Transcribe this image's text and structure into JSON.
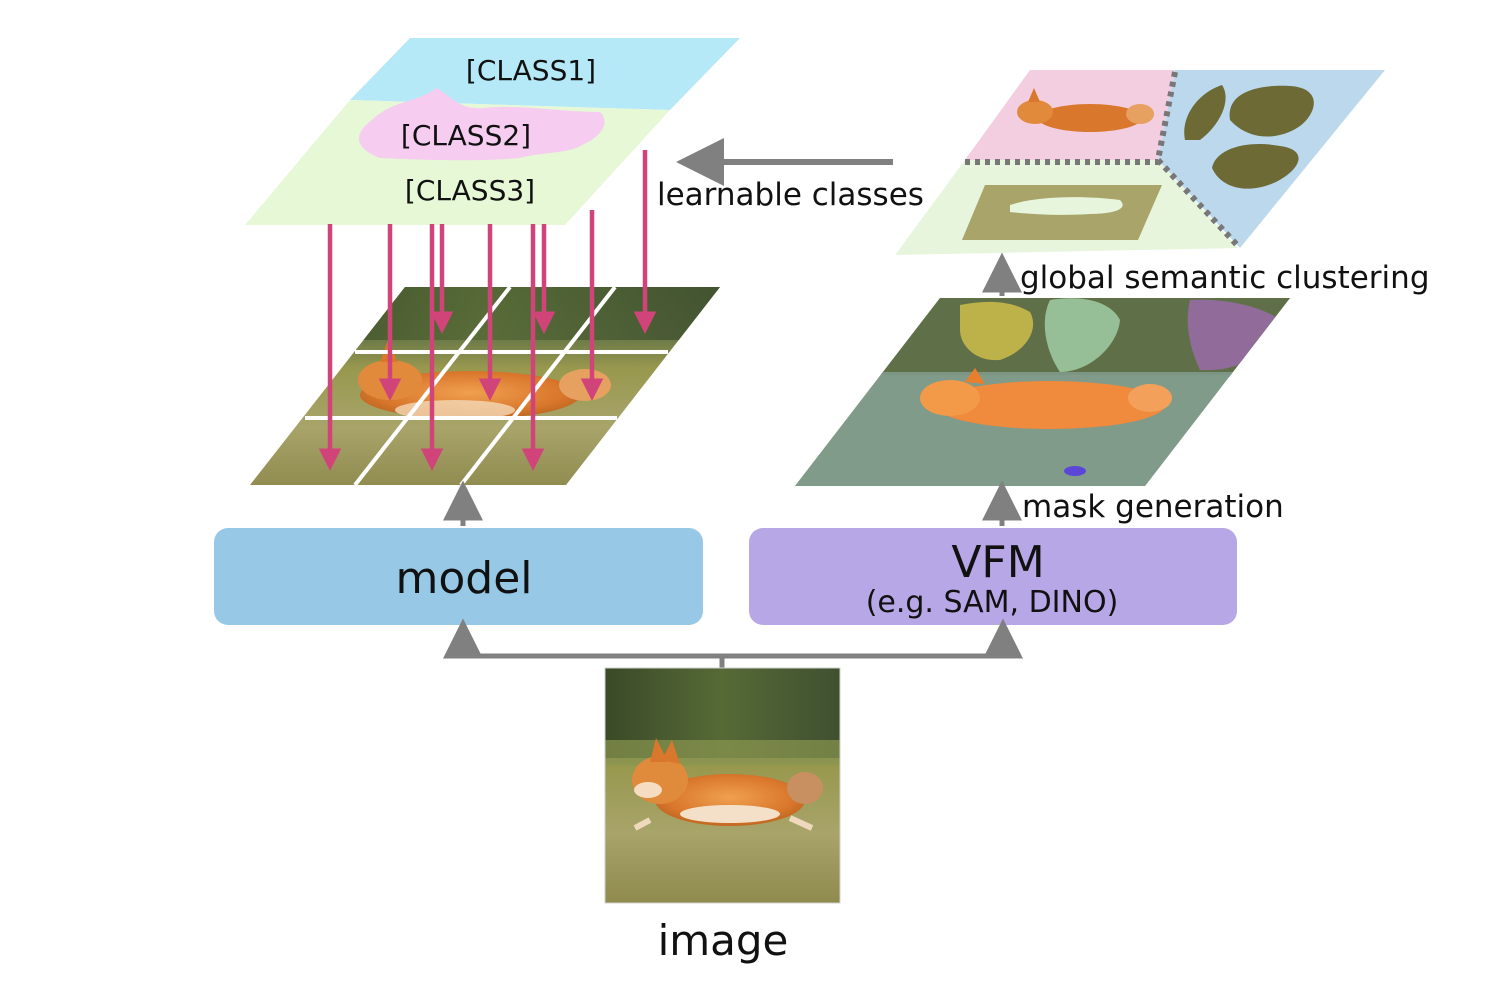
{
  "classes": {
    "class1": "[CLASS1]",
    "class2": "[CLASS2]",
    "class3": "[CLASS3]"
  },
  "labels": {
    "learnable_classes": "learnable classes",
    "global_semantic_clustering": "global semantic clustering",
    "mask_generation": "mask generation",
    "input_image": "image"
  },
  "boxes": {
    "model": "model",
    "vfm_title": "VFM",
    "vfm_subtitle": "(e.g. SAM, DINO)"
  },
  "colors": {
    "model_box": "#97c9e6",
    "vfm_box": "#b8a7e6",
    "class1_region": "#b6e9f8",
    "class2_region": "#f6cdf0",
    "class3_region": "#e6f8d6",
    "mapping_arrow": "#d1447a",
    "flow_arrow": "#808080",
    "grid_line": "#ffffff",
    "cluster_pink": "#f3cde0",
    "cluster_blue": "#bcd8ec",
    "cluster_green": "#e7f5dc"
  },
  "icons": {
    "input_photo": "corgi-running-photo",
    "patch_grid": "patch-grid-photo",
    "mask_overlay": "sam-mask-photo",
    "clusters": "semantic-cluster-panel"
  }
}
